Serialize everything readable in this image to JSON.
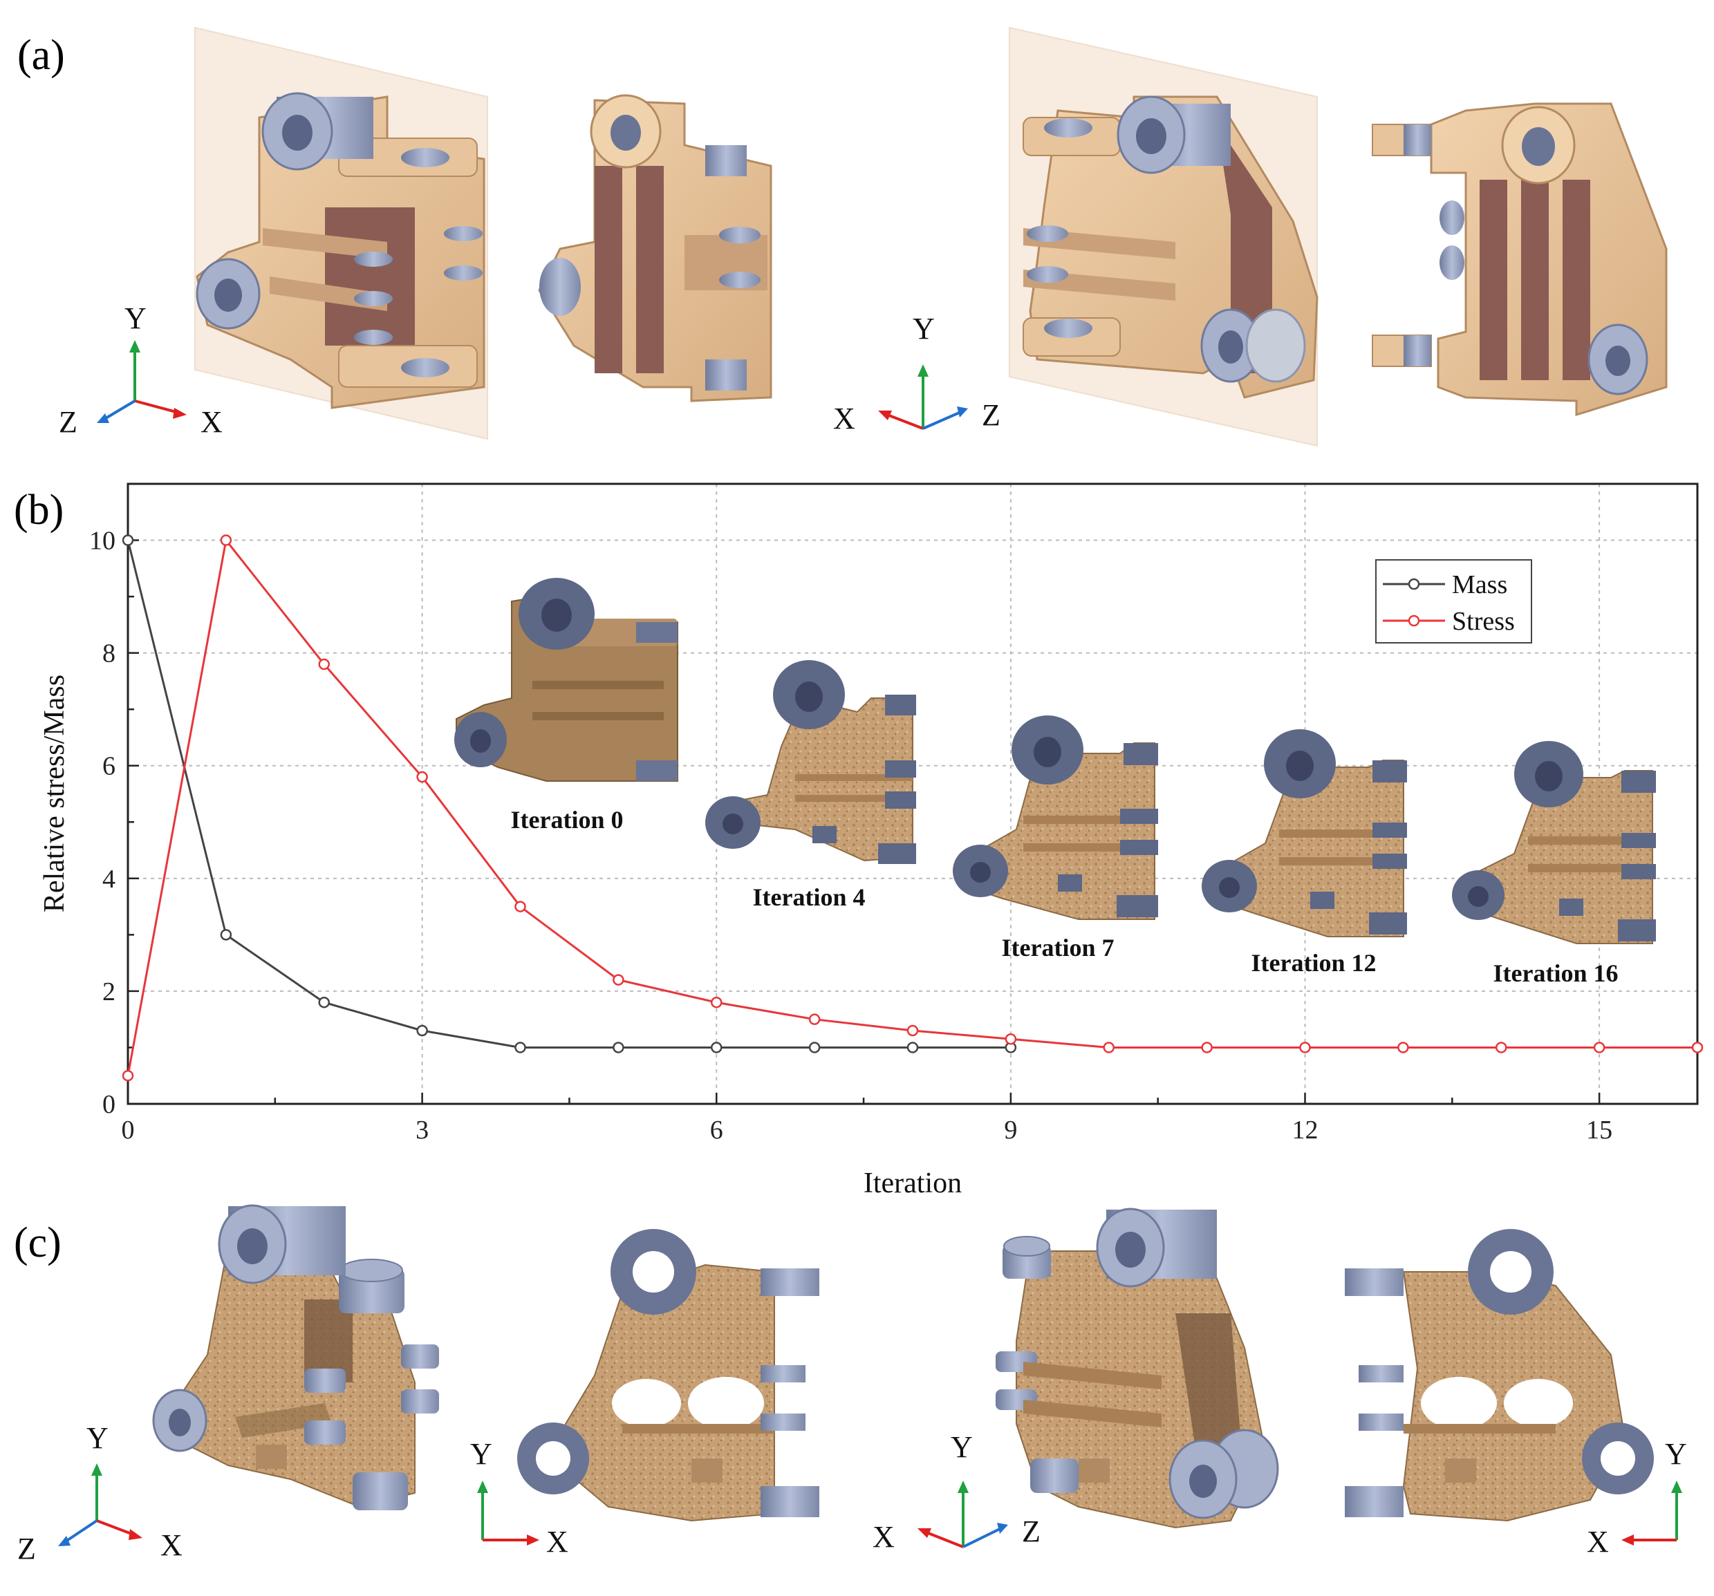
{
  "panels": {
    "a": "(a)",
    "b": "(b)",
    "c": "(c)"
  },
  "axis_triads": {
    "a_left": {
      "y": "Y",
      "z": "Z",
      "x": "X"
    },
    "a_right": {
      "y": "Y",
      "x": "X",
      "z": "Z"
    },
    "c_1": {
      "y": "Y",
      "z": "Z",
      "x": "X"
    },
    "c_2": {
      "y": "Y",
      "x": "X"
    },
    "c_3": {
      "y": "Y",
      "x": "X",
      "z": "Z"
    },
    "c_4": {
      "y": "Y",
      "x": "X"
    }
  },
  "colors": {
    "part": "#e6c39a",
    "part_dark": "#8b5c54",
    "bushing": "#9aa6c4",
    "sponge": "#c9a478",
    "mass": "#444444",
    "stress": "#e8363a",
    "axis_y": "#20a040",
    "axis_x": "#e02020",
    "axis_z": "#2070d0"
  },
  "iteration_labels": [
    "Iteration 0",
    "Iteration 4",
    "Iteration 7",
    "Iteration 12",
    "Iteration 16"
  ],
  "chart_data": {
    "type": "line",
    "xlabel": "Iteration",
    "ylabel": "Relative stress/Mass",
    "xlim": [
      0,
      16
    ],
    "ylim": [
      0,
      11
    ],
    "xticks": [
      0,
      3,
      6,
      9,
      12,
      15
    ],
    "yticks": [
      0,
      2,
      4,
      6,
      8,
      10
    ],
    "grid": true,
    "legend": "top-right",
    "series": [
      {
        "name": "Mass",
        "color": "#444444",
        "x": [
          0,
          1,
          2,
          3,
          4,
          5,
          6,
          7,
          8,
          9
        ],
        "y": [
          10,
          3.0,
          1.8,
          1.3,
          1.0,
          1.0,
          1.0,
          1.0,
          1.0,
          1.0
        ]
      },
      {
        "name": "Stress",
        "color": "#e8363a",
        "x": [
          0,
          1,
          2,
          3,
          4,
          5,
          6,
          7,
          8,
          9,
          10,
          11,
          12,
          13,
          14,
          15,
          16
        ],
        "y": [
          0.5,
          10,
          7.8,
          5.8,
          3.5,
          2.2,
          1.8,
          1.5,
          1.3,
          1.15,
          1.0,
          1.0,
          1.0,
          1.0,
          1.0,
          1.0,
          1.0
        ]
      }
    ]
  }
}
